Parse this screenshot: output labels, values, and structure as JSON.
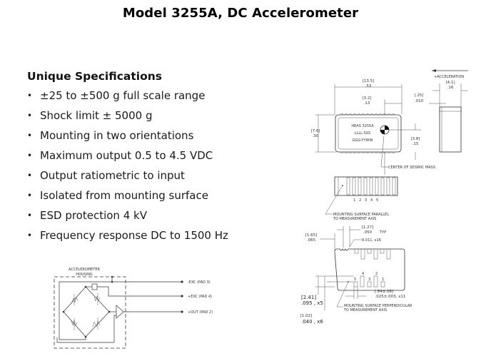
{
  "title": "Model 3255A, DC Accelerometer",
  "specs": {
    "heading": "Unique Specifications",
    "items": [
      "±25 to ±500 g full scale range",
      "Shock limit ± 5000 g",
      "Mounting in two orientations",
      "Maximum output 0.5 to 4.5 VDC",
      "Output ratiometric to input",
      "Isolated from mounting surface",
      "ESD protection 4 kV",
      "Frequency response DC to 1500 Hz"
    ]
  },
  "schematic": {
    "housing_label_1": "ACCELEROMETER",
    "housing_label_2": "HOUSING",
    "pins": [
      "-EXC (PAD 3)",
      "+EXC (PAD 4)",
      "+OUT (PAD 2)"
    ]
  },
  "drawing": {
    "acceleration_label": "+ACCELERATION",
    "top_view": {
      "width_mm": "[13.5]",
      "width_in": ".53",
      "mass_x_mm": "[3.2]",
      "mass_x_in": ".13",
      "gap_mm": "[.25]",
      "gap_in": ".010",
      "depth_mm": "[4.1]",
      "depth_in": ".16",
      "height_mm": "[7.6]",
      "height_in": ".30",
      "mass_y_mm": "[3.8]",
      "mass_y_in": ".15",
      "marking": [
        "HEAS 3255A",
        "LLLL-SSS",
        "GGG-YYWW"
      ],
      "mass_label": "CENTER OF SEISMIC MASS"
    },
    "side_view": {
      "pad_numbers": [
        "1",
        "2",
        "3",
        "4",
        "5"
      ],
      "parallel_label_1": "MOUNTING SURFACE PARALLEL",
      "parallel_label_2": "TO MEASUREMENT AXIS"
    },
    "bottom_view": {
      "pitch_mm": "[1.27]",
      "pitch_in": ".050",
      "pitch_note": "TYP",
      "offset_mm": "[1.65]",
      "offset_in": ".065",
      "radius": "R.011, x16",
      "pad_numbers": [
        "4",
        "2",
        "5",
        "3",
        "1"
      ],
      "h1_mm": "[2.41]",
      "h1_in": ".095 , x5",
      "h2_mm": "[1.02]",
      "h2_in": ".040 , x6",
      "pad_w_mm": "[.64±.08]",
      "pad_w_in": ".025±.003, x11",
      "perp_label_1": "MOUNTING SURFACE PERPENDICULAR",
      "perp_label_2": "TO MEASUREMENT AXIS"
    }
  }
}
